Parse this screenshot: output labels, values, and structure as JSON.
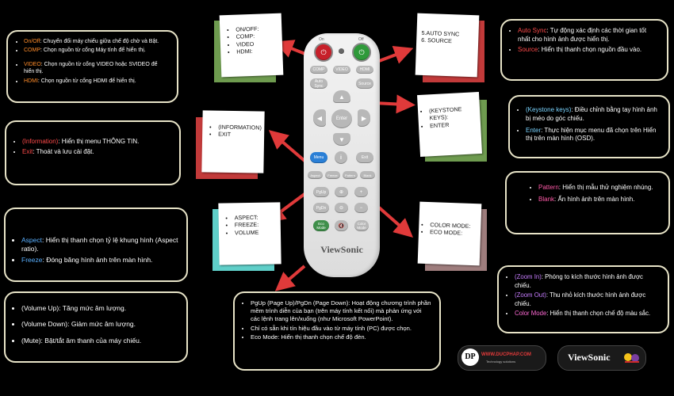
{
  "boxes": {
    "top_left": {
      "items": [
        {
          "key": "On/Off",
          "text": ": Chuyển đổi máy chiếu giữa chế độ chờ và Bật."
        },
        {
          "key": "COMP",
          "text": ": Chọn nguồn từ cổng Máy tính để hiển thị."
        },
        {
          "key": "VIDEO",
          "text": ": Chọn nguồn từ cổng VIDEO hoặc SVIDEO để hiển thị."
        },
        {
          "key": "HDMI",
          "text": ": Chọn nguồn từ cổng HDMI để hiển thị."
        }
      ]
    },
    "mid_left": {
      "items": [
        {
          "key": "(Information)",
          "text": ": Hiển thị menu THÔNG TIN."
        },
        {
          "key": "Exit",
          "text": ": Thoát và lưu cài đặt."
        }
      ]
    },
    "low_left": {
      "items": [
        {
          "key": "Aspect",
          "text": ": Hiển thị thanh chọn tỷ lệ khung hình (Aspect ratio)."
        },
        {
          "key": "Freeze",
          "text": ": Đóng băng hình ảnh trên màn hình."
        }
      ]
    },
    "bottom_left": {
      "items": [
        {
          "text": "(Volume Up): Tăng mức âm lượng."
        },
        {
          "text": "(Volume Down): Giảm mức âm lượng."
        },
        {
          "text": "(Mute): Bật/tắt âm thanh của máy chiếu."
        }
      ]
    },
    "bottom_center": {
      "items": [
        {
          "text": "PgUp (Page Up)/PgDn (Page Down): Hoạt động chương trình phần mềm trình diễn của bạn (trên máy tính kết nối) mà phản ứng với các lệnh trang lên/xuống (như Microsoft PowerPoint)."
        },
        {
          "text": "Chỉ có sẵn khi tín hiệu đầu vào từ máy tính (PC) được chọn."
        },
        {
          "text": "Eco Mode: Hiển thị thanh chọn chế độ đèn."
        }
      ]
    },
    "top_right": {
      "items": [
        {
          "key": "Auto Sync",
          "text": ": Tự động xác định các thời gian tốt nhất cho hình ảnh được hiển thị."
        },
        {
          "key": "Source",
          "text": ": Hiển thị thanh chọn nguồn đầu vào."
        }
      ]
    },
    "mid_right": {
      "items": [
        {
          "key": "(Keystone keys)",
          "text": ": Điều chỉnh bằng tay hình ảnh bị méo do góc chiếu."
        },
        {
          "key": "Enter",
          "text": ": Thực hiện mục menu đã chọn trên Hiển thị trên màn hình (OSD)."
        }
      ]
    },
    "pattern_right": {
      "items": [
        {
          "key": "Pattern",
          "text": ": Hiển thị mẫu thử nghiệm nhúng."
        },
        {
          "key": "Blank",
          "text": ": Ẩn hình ảnh trên màn hình."
        }
      ]
    },
    "bottom_right": {
      "items": [
        {
          "key": "(Zoom In)",
          "text": ": Phóng to kích thước hình ảnh được chiếu."
        },
        {
          "key": "(Zoom Out)",
          "text": ": Thu nhỏ kích thước hình ảnh được chiếu."
        },
        {
          "key": "Color Mode",
          "text": ": Hiển thị thanh chọn chế độ màu sắc."
        }
      ]
    }
  },
  "notes": {
    "power": [
      "ON/OFF:",
      "COMP:",
      "VIDEO",
      "HDMI:"
    ],
    "info": [
      "(INFORMATION)",
      "EXIT"
    ],
    "aspect": [
      "ASPECT:",
      "FREEZE:",
      "VOLUME"
    ],
    "sync": [
      "5.AUTO SYNC",
      "6. SOURCE"
    ],
    "keystone": [
      "(KEYSTONE KEYS):",
      "ENTER"
    ],
    "color": [
      "COLOR MODE:",
      "ECO MODE:"
    ]
  },
  "remote": {
    "label_on": "On",
    "label_off": "Off",
    "source_row": [
      "COMP",
      "VIDEO",
      "HDMI"
    ],
    "auto_sync": "Auto Sync",
    "source": "Source",
    "enter": "Enter",
    "menu": "Menu",
    "info": "i",
    "exit": "Exit",
    "func_row": [
      "Aspect",
      "Freeze",
      "Pattern",
      "Blank"
    ],
    "pg_up": "PgUp",
    "pg_dn": "PgDn",
    "eco": "Eco Mode",
    "color": "Color Mode",
    "brand": "ViewSonic"
  },
  "logos": {
    "dp_site": "WWW.DUCPHAP.COM",
    "dp_tag": "Technology solutions",
    "viewsonic": "ViewSonic"
  },
  "colors": {
    "power_on": "#c7202a",
    "power_off": "#2f9a3a",
    "menu_blue": "#2a7fd6",
    "arrow_red": "#e03a3a"
  }
}
